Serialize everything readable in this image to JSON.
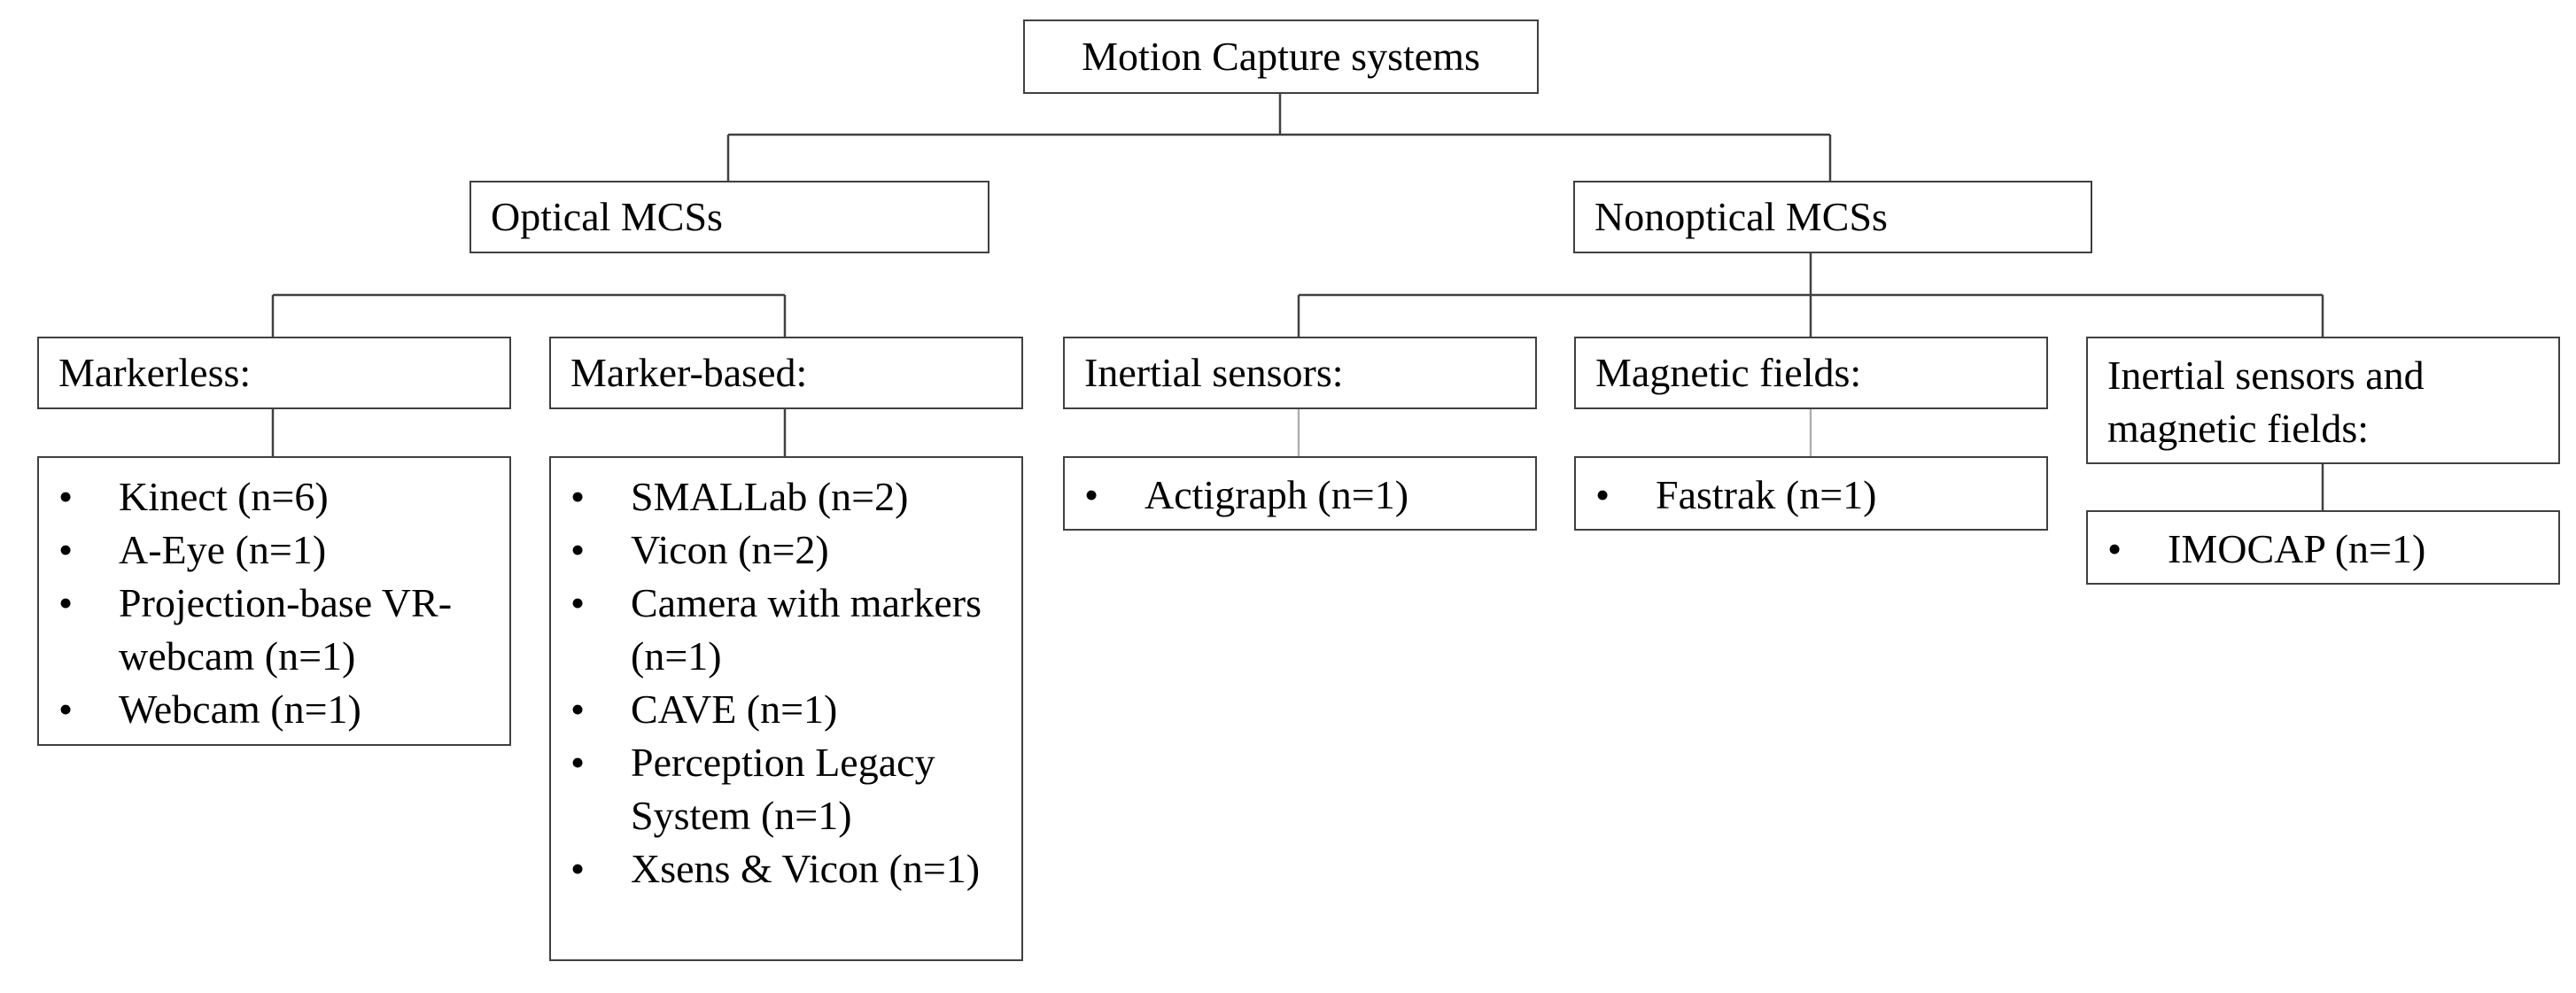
{
  "root": {
    "label": "Motion Capture systems"
  },
  "level1": {
    "optical": {
      "label": "Optical MCSs"
    },
    "nonoptical": {
      "label": "Nonoptical MCSs"
    }
  },
  "categories": {
    "markerless": {
      "label": "Markerless:",
      "items": [
        "Kinect (n=6)",
        "A-Eye (n=1)",
        "Projection-base VR-webcam (n=1)",
        "Webcam (n=1)"
      ]
    },
    "marker_based": {
      "label": "Marker-based:",
      "items": [
        "SMALLab (n=2)",
        "Vicon (n=2)",
        "Camera with markers (n=1)",
        "CAVE (n=1)",
        "Perception Legacy System (n=1)",
        "Xsens & Vicon (n=1)"
      ]
    },
    "inertial": {
      "label": "Inertial sensors:",
      "items": [
        "Actigraph (n=1)"
      ]
    },
    "magnetic": {
      "label": "Magnetic fields:",
      "items": [
        "Fastrak (n=1)"
      ]
    },
    "inertial_magnetic": {
      "label": "Inertial sensors and magnetic fields:",
      "items": [
        "IMOCAP (n=1)"
      ]
    }
  },
  "bullet_glyph": "•",
  "colors": {
    "border": "#404040",
    "text": "#000000",
    "line": "#404040",
    "faint_line": "#b0b0b0"
  }
}
